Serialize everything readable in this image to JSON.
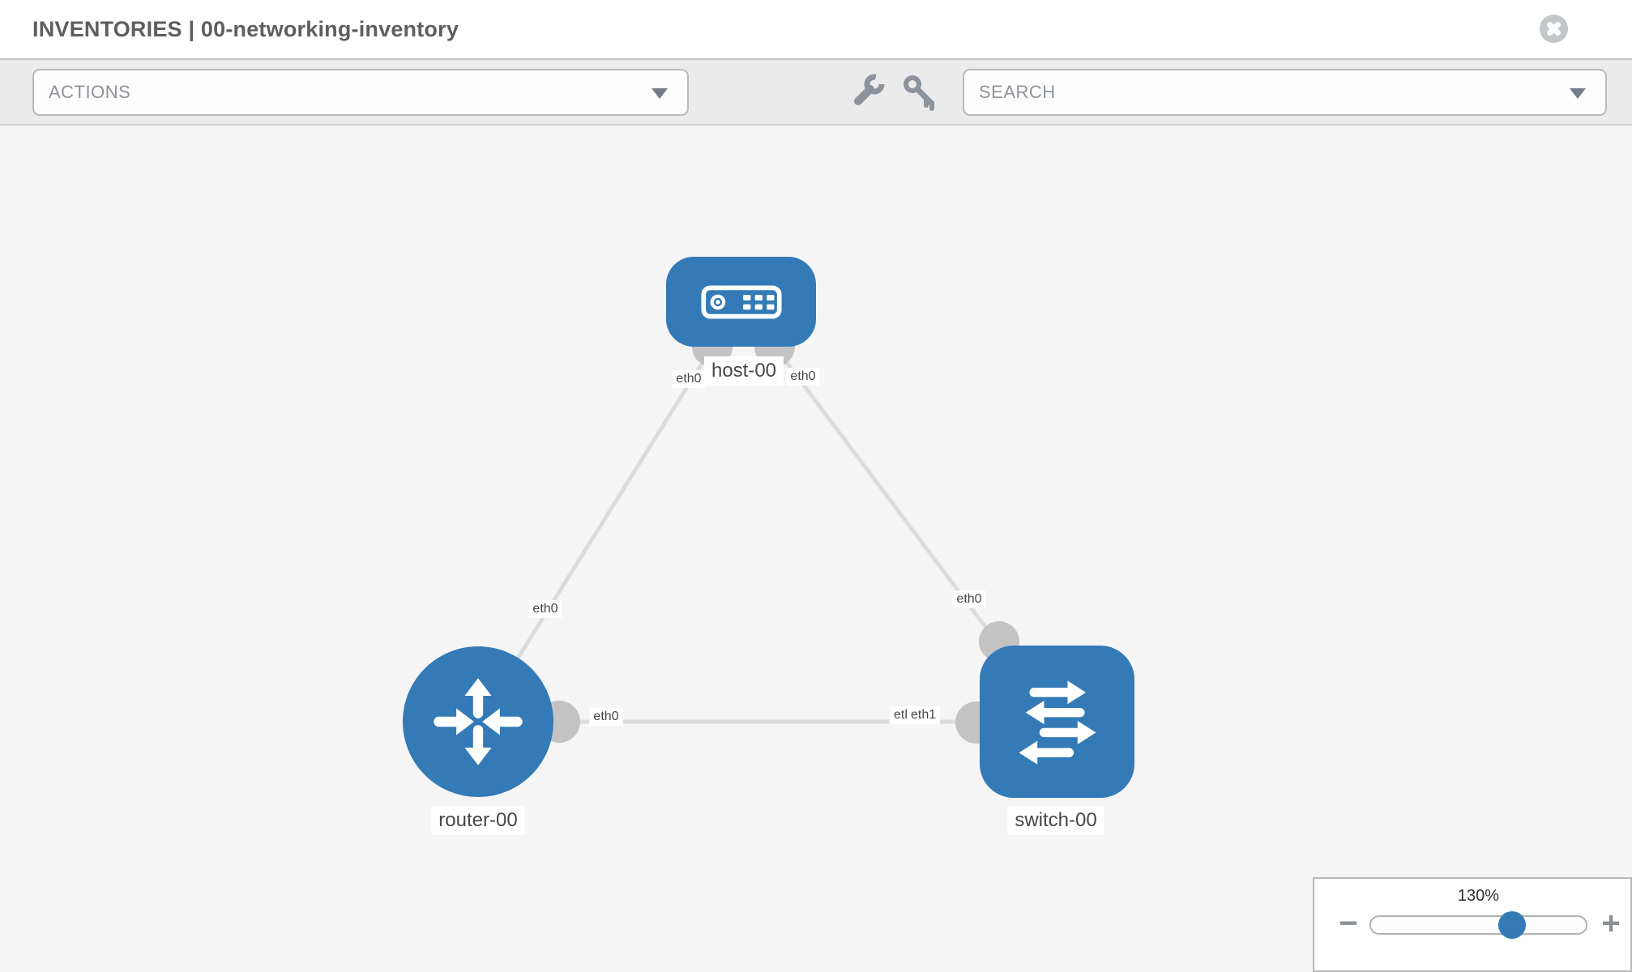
{
  "header": {
    "title": "INVENTORIES | 00-networking-inventory",
    "close_icon": "x-circle"
  },
  "toolbar": {
    "actions_dropdown": {
      "label": "ACTIONS",
      "icon": "caret-down-icon"
    },
    "wrench_icon": "wrench",
    "key_icon": "key",
    "search_dropdown": {
      "placeholder": "SEARCH",
      "icon": "caret-down-icon"
    }
  },
  "canvas": {
    "nodes": [
      {
        "name": "host-00",
        "type": "host",
        "icon": "server-icon"
      },
      {
        "name": "router-00",
        "type": "router",
        "icon": "router-arrows-icon"
      },
      {
        "name": "switch-00",
        "type": "switch",
        "icon": "switch-arrows-icon"
      }
    ],
    "links": [
      {
        "from": "host-00",
        "to": "router-00"
      },
      {
        "from": "host-00",
        "to": "switch-00"
      },
      {
        "from": "router-00",
        "to": "switch-00"
      }
    ],
    "interface_labels": [
      {
        "id": "host-left-eth",
        "text": "eth0"
      },
      {
        "id": "host-right-eth",
        "text": "eth0"
      },
      {
        "id": "link-host-router-eth",
        "text": "eth0"
      },
      {
        "id": "link-host-switch-eth",
        "text": "eth0"
      },
      {
        "id": "router-right-eth",
        "text": "eth0"
      },
      {
        "id": "switch-left-eth-under",
        "text": "eth0"
      },
      {
        "id": "switch-left-eth-over",
        "text": "eth1"
      }
    ],
    "colors": {
      "node_blue": "#337ab7",
      "link_gray": "#dcdcdc",
      "port_gray": "#c3c3c3"
    }
  },
  "zoom_control": {
    "level": "130%",
    "minus_glyph": "−",
    "plus_glyph": "+"
  }
}
